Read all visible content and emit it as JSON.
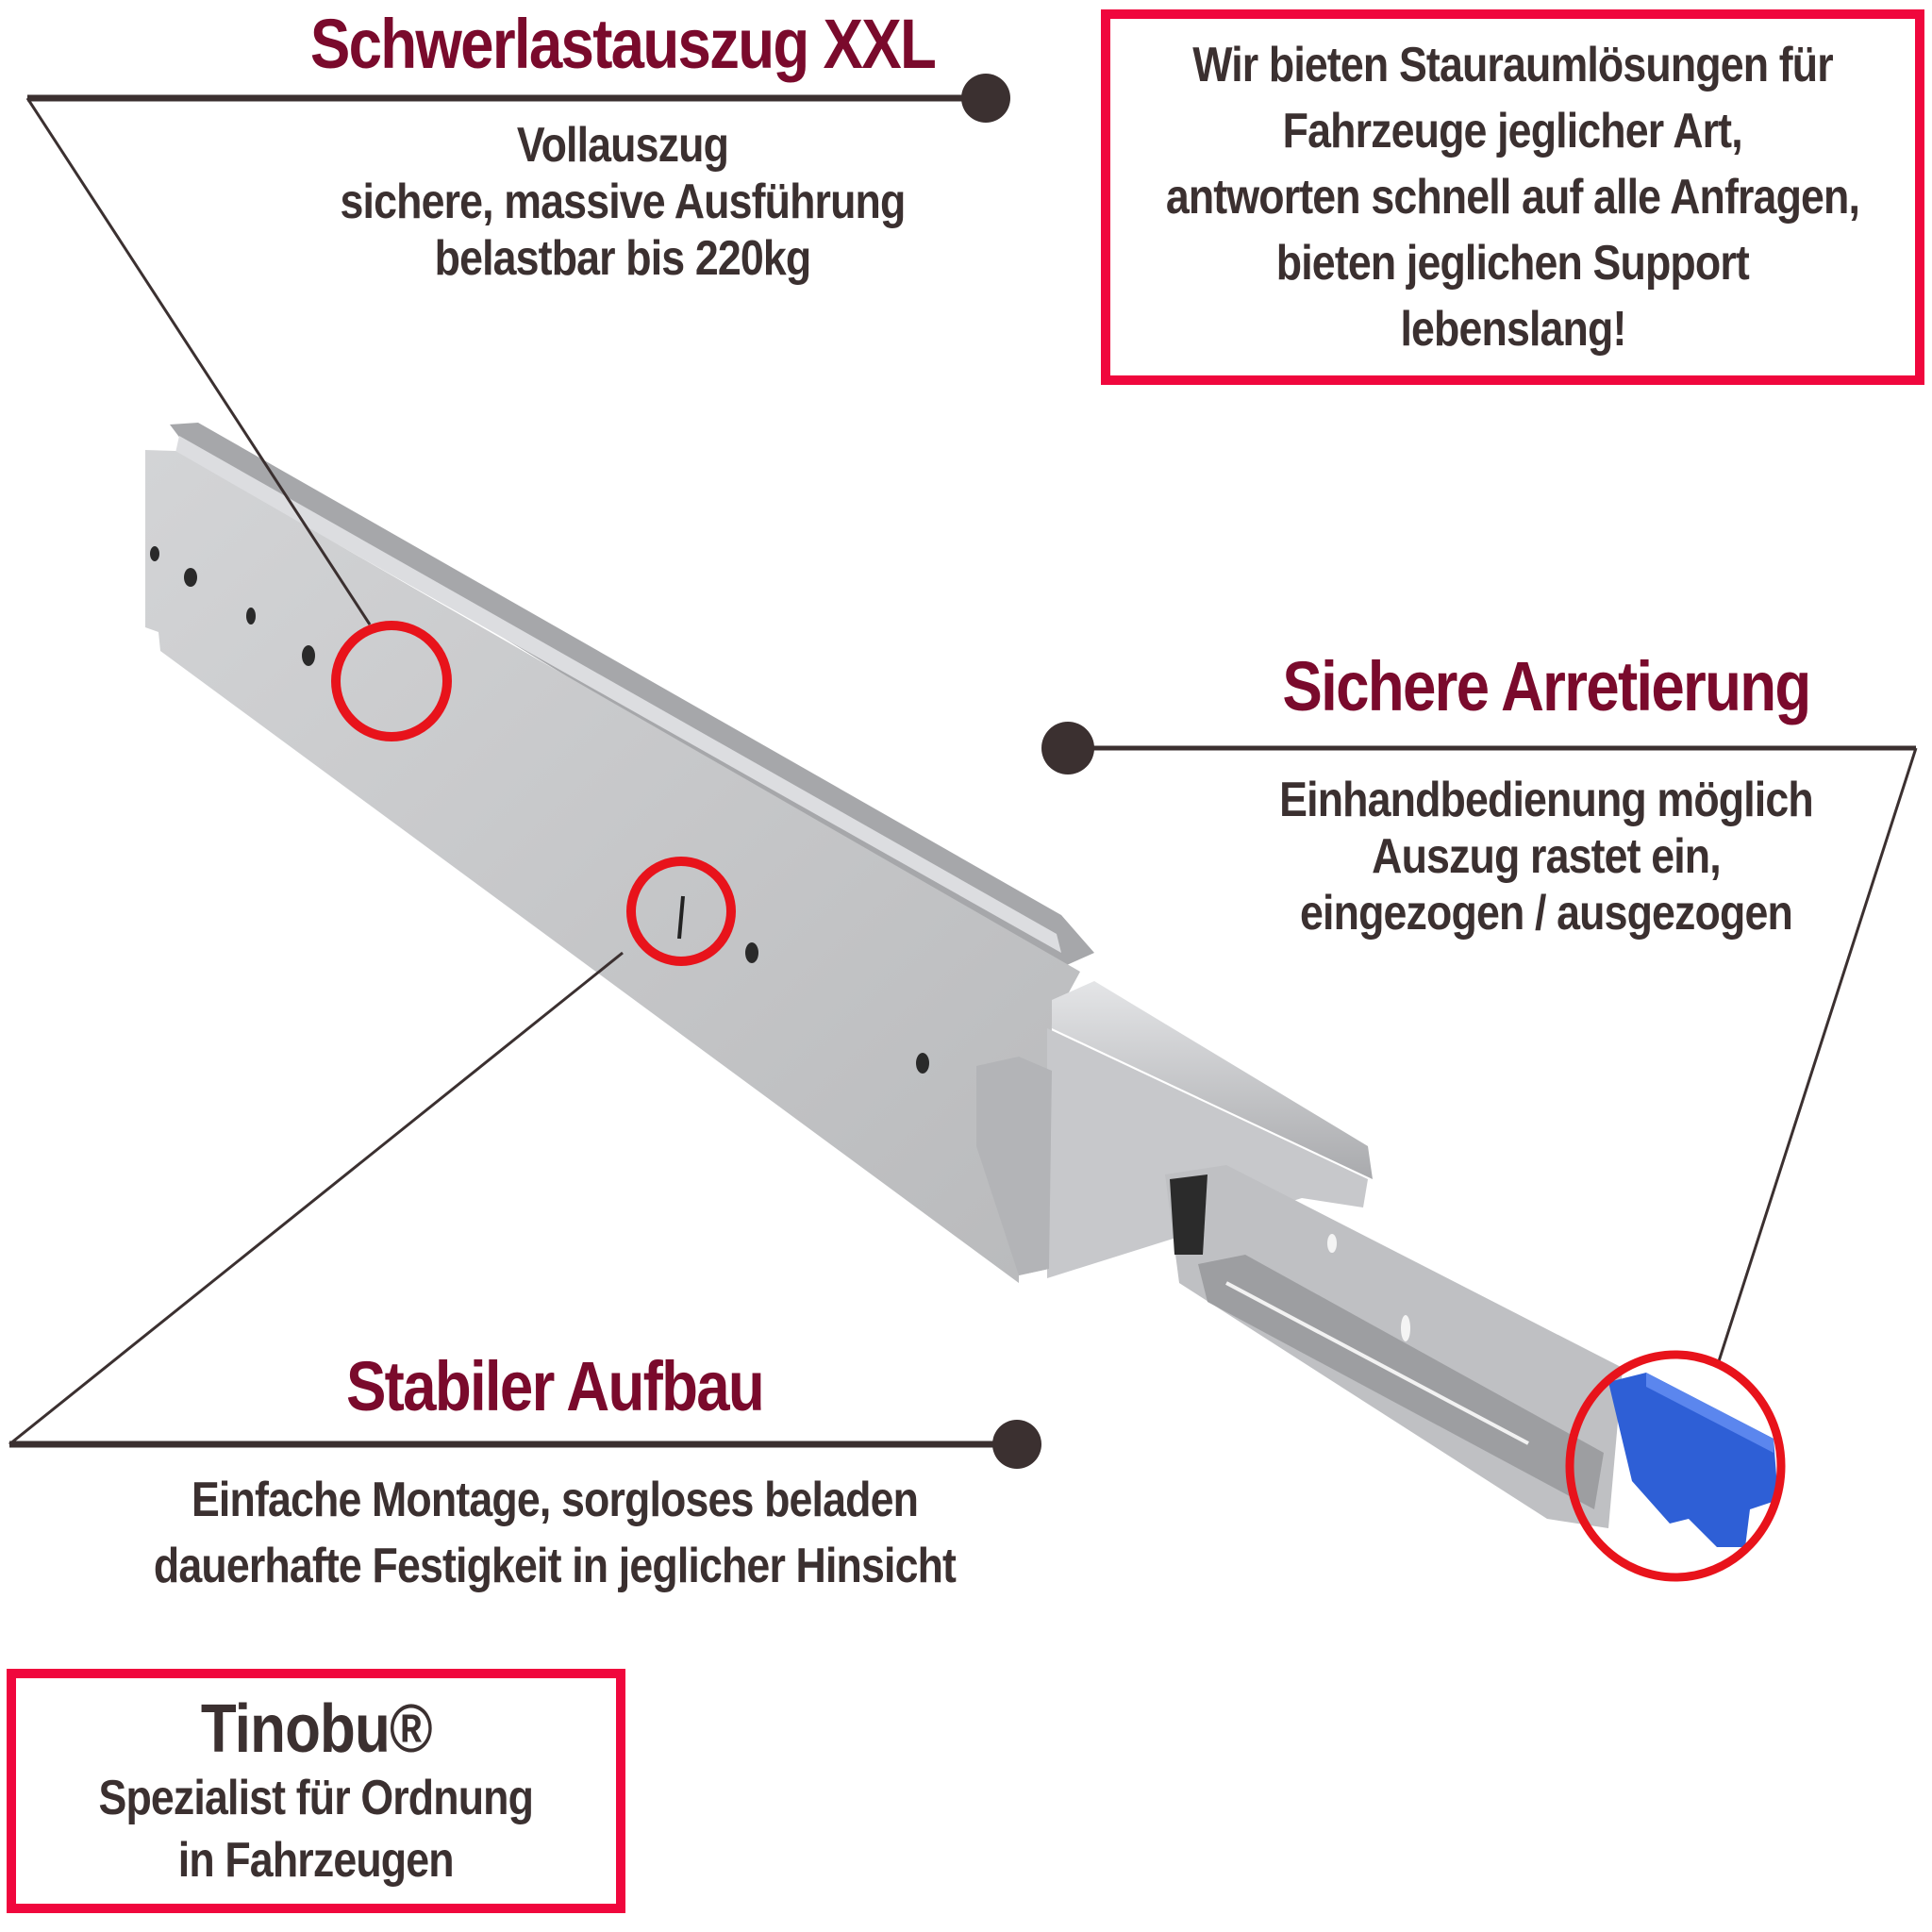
{
  "callouts": {
    "top": {
      "title": "Schwerlastauszug XXL",
      "lines": [
        "Vollauszug",
        "sichere, massive Ausführung",
        "belastbar bis 220kg"
      ]
    },
    "right": {
      "title": "Sichere Arretierung",
      "lines": [
        "Einhandbedienung möglich",
        "Auszug rastet ein,",
        "eingezogen / ausgezogen"
      ]
    },
    "bottom": {
      "title": "Stabiler Aufbau",
      "lines": [
        "Einfache Montage, sorgloses beladen",
        "dauerhafte Festigkeit in jeglicher Hinsicht"
      ]
    }
  },
  "info_box": {
    "lines": [
      "Wir bieten Stauraumlösungen für",
      "Fahrzeuge jeglicher Art,",
      "antworten schnell auf alle Anfragen,",
      "bieten jeglichen Support",
      "lebenslang!"
    ]
  },
  "brand_box": {
    "brand": "Tinobu®",
    "lines": [
      "Spezialist für Ordnung",
      "in Fahrzeugen"
    ]
  },
  "colors": {
    "title": "#7a0a2c",
    "text": "#3b3030",
    "box_border": "#f0073d",
    "highlight_circle": "#e8131b",
    "handle_blue": "#2e5fd6",
    "rail_steel": "#c4c5c7"
  }
}
